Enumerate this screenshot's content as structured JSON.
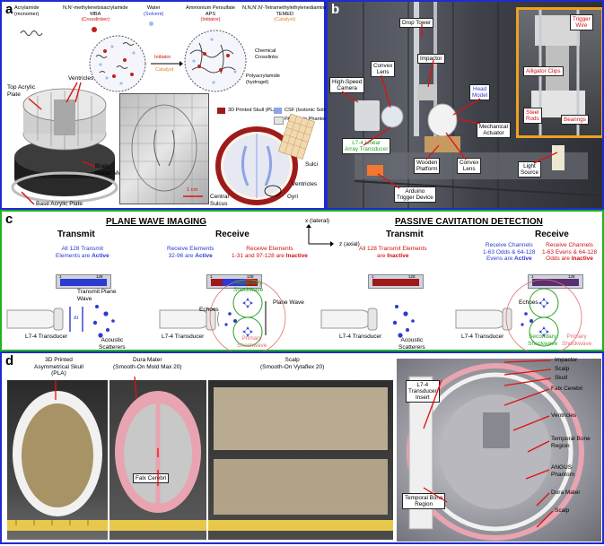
{
  "panels": {
    "a": {
      "label": "a",
      "monomer": [
        "Acrylamide",
        "(monomer)"
      ],
      "crosslinker": [
        "N,N'-methylenebisacrylamide",
        "MBA",
        "(Crosslinker)"
      ],
      "solvent": [
        "Water",
        "(Solvent)"
      ],
      "initiator": [
        "Ammonium Persulfate",
        "APS",
        "(Initiator)"
      ],
      "catalyst_name": [
        "N,N,N',N'-Tetramethylethylenediamine",
        "TEMED",
        "(Catalyst)"
      ],
      "arrow_initiator": "Initiator",
      "arrow_catalyst": "Catalyst",
      "chem_crosslinks": [
        "Chemical",
        "Crosslinks"
      ],
      "hydrogel": [
        "Polyacrylamide",
        "(hydrogel)"
      ],
      "top_plate": [
        "Top Acrylic",
        "Plate"
      ],
      "ventricles": "Ventricles",
      "brain_mold": [
        "Brain",
        "Matter Mold"
      ],
      "base_plate": "Base Acrylic Plate",
      "legend": [
        {
          "label": "3D Printed Skull (PLA)",
          "color": "#9e1b1b"
        },
        {
          "label": "CSF (Isotonic Soln.)",
          "color": "#8fa3e8"
        },
        {
          "label": "PAA Brain Phantom",
          "color": "#e4e4e4"
        }
      ],
      "scale": "1 cm",
      "sulci": "Sulci",
      "ventricles2": "Ventricles",
      "gyri": "Gyri",
      "central_sulcus": [
        "Central",
        "Sulcus"
      ]
    },
    "b": {
      "label": "b",
      "drop_tower": "Drop Tower",
      "impactor": "Impactor",
      "camera": [
        "High-Speed",
        "Camera"
      ],
      "convex_lens": [
        "Convex",
        "Lens"
      ],
      "head_model": [
        "Head",
        "Model"
      ],
      "mechanical_actuator": [
        "Mechanical",
        "Actuator"
      ],
      "transducer": [
        "L7-4 Linear",
        "Array Transducer"
      ],
      "wooden_platform": [
        "Wooden",
        "Platform"
      ],
      "convex_lens2": [
        "Convex",
        "Lens"
      ],
      "arduino": [
        "Arduino",
        "Trigger Device"
      ],
      "light_source": [
        "Light",
        "Source"
      ],
      "trigger_wire": [
        "Trigger",
        "Wire"
      ],
      "alligator": "Alligator Clips",
      "steel_rods": [
        "Steel",
        "Rods"
      ],
      "bearings": "Bearings"
    },
    "c": {
      "label": "c",
      "pwi_title": "PLANE WAVE IMAGING",
      "pcd_title": "PASSIVE CAVITATION DETECTION",
      "x_lateral": "x (lateral)",
      "z_axial": "z (axial)",
      "pwi_transmit": "Transmit",
      "pwi_receive": "Receive",
      "pcd_transmit": "Transmit",
      "pcd_receive": "Receive",
      "pwi_tx_desc": [
        "All 128 Transmit",
        "Elements are ",
        "Active"
      ],
      "pwi_rx_active": [
        "Receive Elements",
        "32-96 are ",
        "Active"
      ],
      "pwi_rx_inactive": [
        "Receive Elements",
        "1-31 and 97-128 are ",
        "Inactive"
      ],
      "pcd_tx_desc": [
        "All 128 Transmit Elements",
        "are ",
        "Inactive"
      ],
      "pcd_rx_active": [
        "Receive Channels",
        "1-63 Odds & 64-128",
        "Evens are ",
        "Active"
      ],
      "pcd_rx_inactive": [
        "Receive Channels",
        "1-63 Evens & 64-128",
        "Odds are ",
        "Inactive"
      ],
      "bar_start": "1",
      "bar_end": "128",
      "transmit_plane_wave": [
        "Transmit Plane",
        "Wave"
      ],
      "delta": "Δt",
      "transducer": "L7-4 Transducer",
      "scatterers": [
        "Acoustic",
        "Scatterers"
      ],
      "echoes": "Echoes",
      "plane_wave": "Plane Wave",
      "secondary": [
        "Secondary",
        "Shockwave"
      ],
      "primary": [
        "Primary",
        "Shockwave"
      ],
      "colors": {
        "active": "#2b3bd1",
        "inactive": "#a01818",
        "mixed": "#5a2f6e"
      }
    },
    "d": {
      "label": "d",
      "skull": [
        "3D Printed",
        "Asymmetrical Skull",
        "(PLA)"
      ],
      "dura": [
        "Dura Mater",
        "(Smooth-On Mold Max 20)"
      ],
      "falx": [
        "Falx Cerebri"
      ],
      "scalp": [
        "Scalp",
        "(Smooth-On Vytaflex 20)"
      ],
      "transducer_insert": [
        "L7-4",
        "Transducer",
        "Insert"
      ],
      "right_labels": [
        "Impactor",
        "Scalp",
        "Skull",
        "Falx Cerebri",
        "Ventricles",
        "Temporal Bone",
        "Region",
        "ANGUS",
        "Phantom",
        "Dura Mater",
        "Scalp"
      ],
      "temporal_left": [
        "Temporal Bone",
        "Region"
      ]
    }
  },
  "colors": {
    "border_a": "#1f2ad1",
    "border_b": "#1f2ad1",
    "border_c": "#1fb31f",
    "border_d": "#1f2ad1",
    "callout_red": "#e01010",
    "inset_border": "#f0a020"
  }
}
